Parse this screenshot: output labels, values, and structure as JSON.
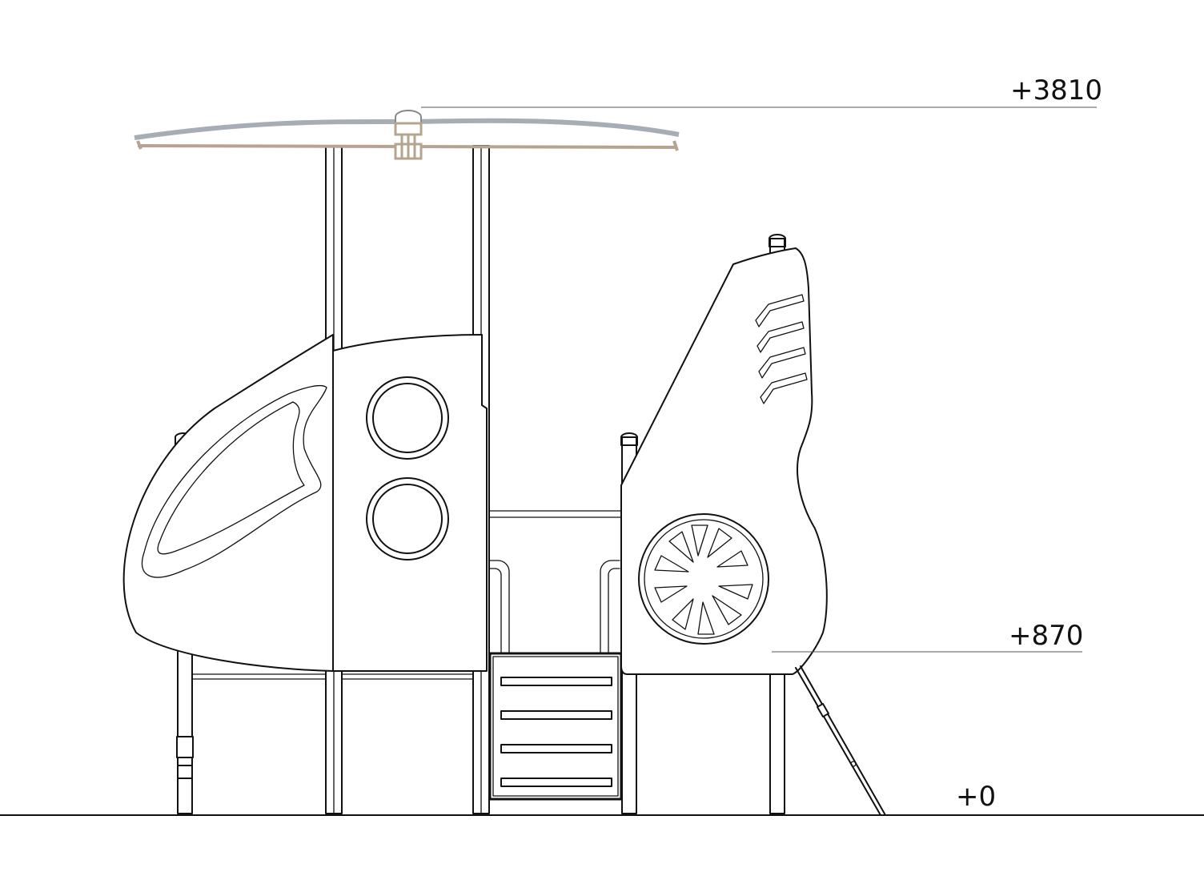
{
  "elevations": [
    {
      "id": "roof",
      "label": "+3810"
    },
    {
      "id": "deck",
      "label": "+870"
    },
    {
      "id": "ground",
      "label": "+0"
    }
  ],
  "colors": {
    "line": "#111111",
    "roof_canopy": "#a6adb5",
    "roof_frame": "#b5a48f",
    "background": "#ffffff"
  },
  "icons": {
    "wheel": "wheel-icon",
    "porthole": "porthole-icon",
    "vents": "vent-slats-icon"
  }
}
